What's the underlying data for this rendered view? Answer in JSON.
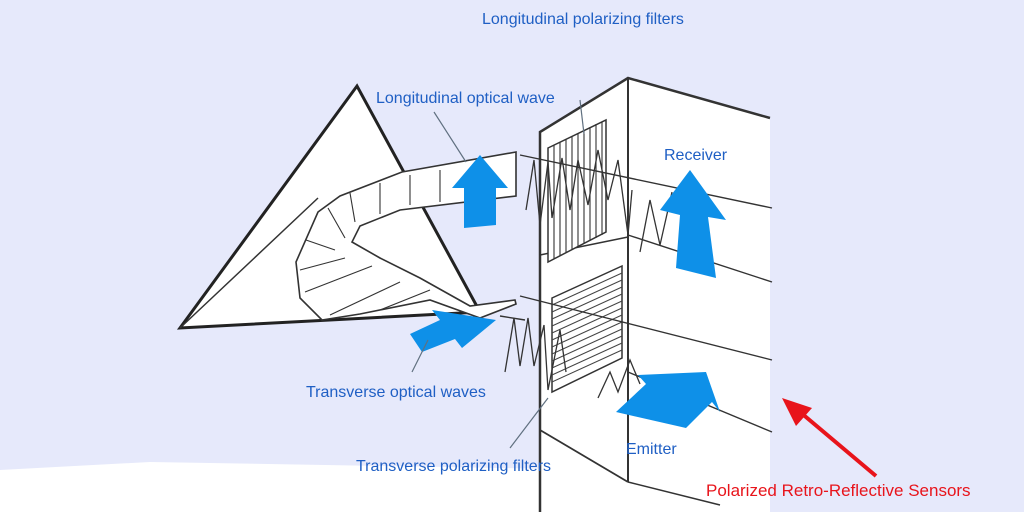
{
  "labels": {
    "longitudinal_filters": "Longitudinal polarizing filters",
    "longitudinal_wave": "Longitudinal optical wave",
    "receiver": "Receiver",
    "transverse_waves": "Transverse optical waves",
    "emitter": "Emitter",
    "transverse_filters": "Transverse polarizing filters"
  },
  "caption": "Polarized Retro-Reflective Sensors",
  "colors": {
    "background": "#e6e9fb",
    "label_text": "#1f5fc4",
    "caption_text": "#e8141b",
    "arrow_fill": "#0e90e8",
    "line": "#333333",
    "panel": "#ffffff"
  }
}
